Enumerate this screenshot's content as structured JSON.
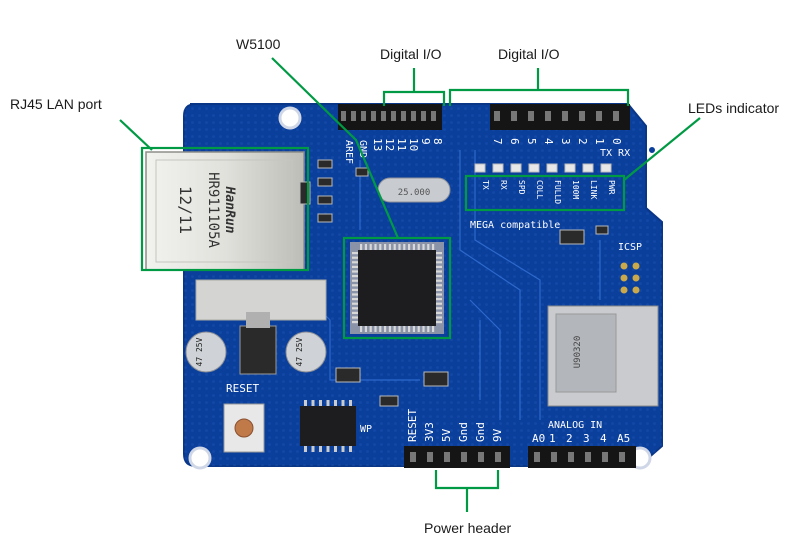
{
  "callouts": {
    "rj45": "RJ45 LAN port",
    "w5100": "W5100",
    "digital_left": "Digital I/O",
    "digital_right": "Digital I/O",
    "leds": "LEDs indicator",
    "power": "Power header"
  },
  "board": {
    "jack_brand": "HanRun",
    "jack_model": "HR911105A",
    "jack_date": "12/11",
    "aref": "AREF",
    "gnd": "GND",
    "digital_pins_left": [
      "13",
      "12",
      "11",
      "10",
      "9",
      "8"
    ],
    "digital_pins_right": [
      "7",
      "6",
      "5",
      "4",
      "3",
      "2",
      "1",
      "0"
    ],
    "txrx": "TX RX",
    "crystal": "25.000",
    "led_labels": [
      "TX",
      "RX",
      "SPD",
      "COLL",
      "FULLD",
      "100M",
      "LINK",
      "PWR"
    ],
    "mega": "MEGA compatible",
    "icsp": "ICSP",
    "reset": "RESET",
    "wp": "WP",
    "cap_left": "47 25V",
    "cap_right": "47 25V",
    "power_labels": [
      "RESET",
      "3V3",
      "5V",
      "Gnd",
      "Gnd",
      "9V"
    ],
    "analog_in": "ANALOG IN",
    "analog_labels": [
      "A0",
      "1",
      "2",
      "3",
      "4",
      "A5"
    ],
    "sd_code": "U90320"
  },
  "colors": {
    "callout_line": "#009a44",
    "board": "#0b3f9c",
    "board_edge": "#0a3688",
    "silk": "#ffffff",
    "header": "#151515",
    "jack_metal": "#d9d9d6",
    "chip": "#1d1d1f"
  }
}
